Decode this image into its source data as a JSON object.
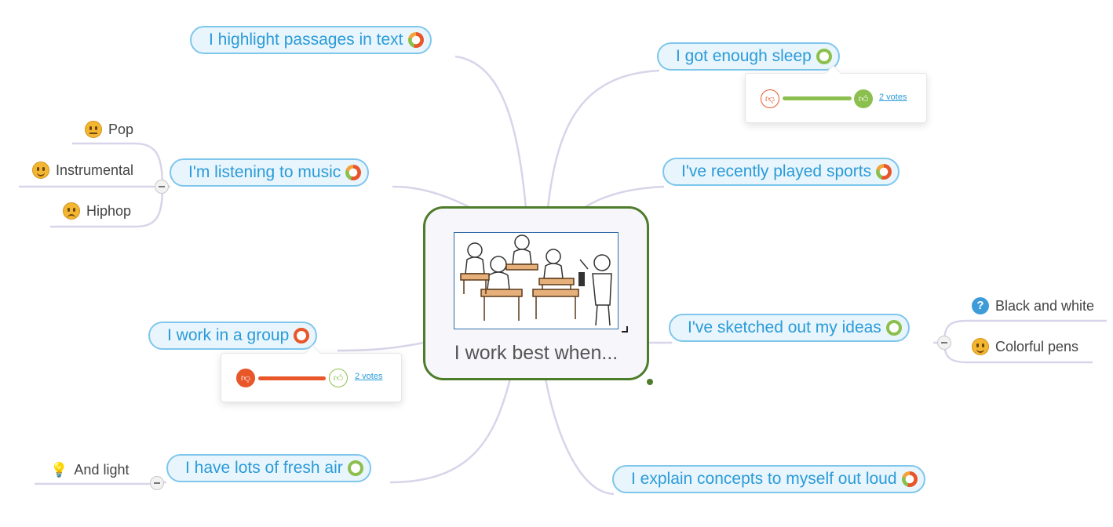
{
  "central": {
    "title": "I work best when...",
    "image_alt": "classroom illustration"
  },
  "topics": {
    "highlight": "I highlight passages in text",
    "sleep": "I got enough sleep",
    "music": "I'm listening to music",
    "sports": "I've recently played sports",
    "group": "I work in a group",
    "sketched": "I've sketched out my ideas",
    "fresh_air": "I have lots of fresh air",
    "explain": "I explain concepts to myself out loud"
  },
  "subtopics": {
    "pop": "Pop",
    "instrumental": "Instrumental",
    "hiphop": "Hiphop",
    "black_white": "Black and white",
    "colorful": "Colorful pens",
    "and_light": "And light"
  },
  "votes": {
    "sleep": {
      "label": "2 votes",
      "result": "up"
    },
    "group": {
      "label": "2 votes",
      "result": "down"
    }
  },
  "colors": {
    "topic_border": "#7ec6ec",
    "topic_text": "#2a9bd8",
    "central_border": "#4d7c2a",
    "vote_up": "#8cc04e",
    "vote_down": "#e8562a",
    "connector": "#d8d4ea"
  },
  "icons": {
    "progress": "progress-ring-icon",
    "emoji": "smiley-icon",
    "question": "question-icon",
    "bulb": "lightbulb-icon",
    "thumbs_up": "thumbs-up-icon",
    "thumbs_down": "thumbs-down-icon",
    "collapse": "collapse-icon"
  }
}
